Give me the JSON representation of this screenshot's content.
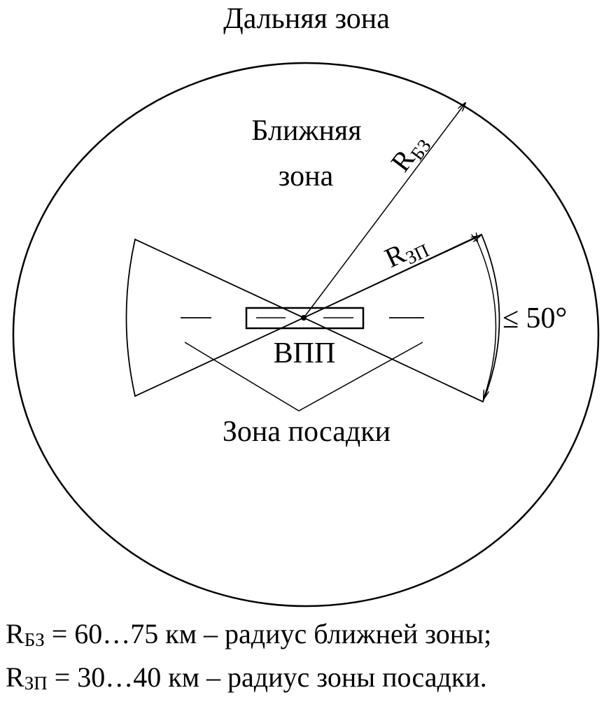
{
  "labels": {
    "far_zone": "Дальняя зона",
    "near_zone_line1": "Ближняя",
    "near_zone_line2": "зона",
    "r_near": "R",
    "r_near_sub": "БЗ",
    "r_landing": "R",
    "r_landing_sub": "ЗП",
    "angle": "≤ 50°",
    "runway": "ВПП",
    "landing_zone": "Зона посадки"
  },
  "legend": [
    {
      "symbol": "R",
      "sub": "БЗ",
      "text": " = 60…75 км – радиус ближней зоны;"
    },
    {
      "symbol": "R",
      "sub": "ЗП",
      "text": " = 30…40 км – радиус зоны посадки."
    }
  ]
}
